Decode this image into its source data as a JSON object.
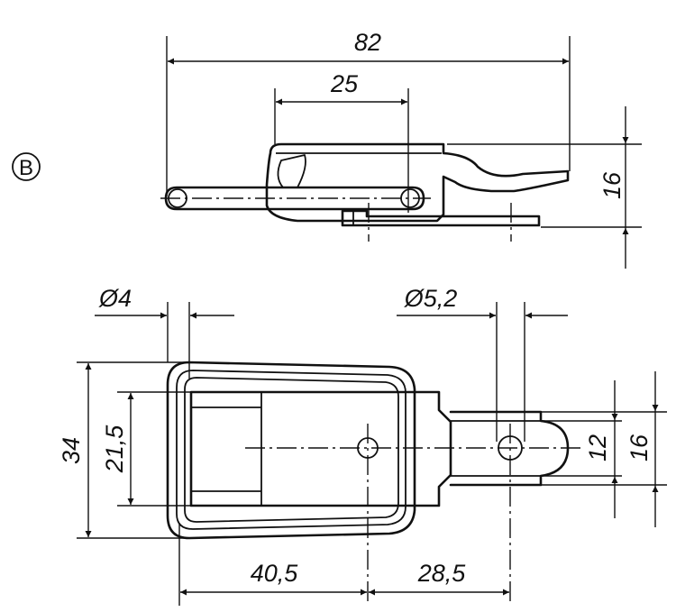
{
  "view_label": "B",
  "dimensions": {
    "top_overall_length": "82",
    "top_hole_spacing": "25",
    "top_height": "16",
    "hole_diameter_small": "Ø4",
    "hole_diameter_large": "Ø5,2",
    "bottom_outer_height": "34",
    "bottom_inner_height": "21,5",
    "tongue_height_inner": "12",
    "tongue_height_outer": "16",
    "bottom_left_length": "40,5",
    "bottom_right_length": "28,5"
  }
}
